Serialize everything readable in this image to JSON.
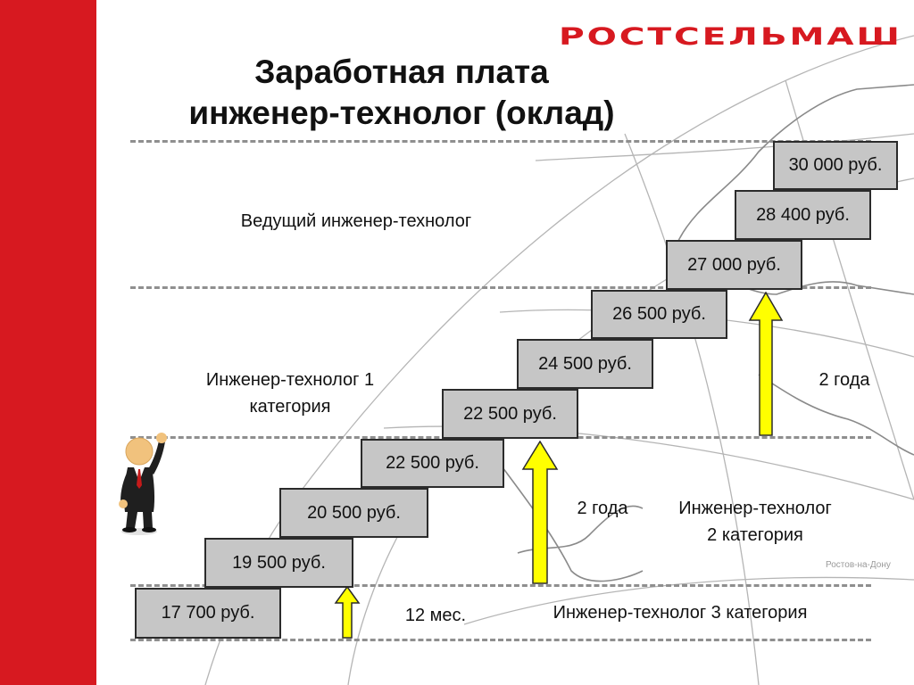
{
  "brand": {
    "logo_text": "РОСТСЕЛЬМАШ",
    "accent_color": "#d71920"
  },
  "title": {
    "line1": "Заработная плата",
    "line2": "инженер-технолог (оклад)"
  },
  "map_label": "Ростов-на-Дону",
  "steps": [
    {
      "label": "17 700 руб."
    },
    {
      "label": "19 500 руб."
    },
    {
      "label": "20 500 руб."
    },
    {
      "label": "22 500 руб."
    },
    {
      "label": "22 500 руб."
    },
    {
      "label": "24 500 руб."
    },
    {
      "label": "26 500 руб."
    },
    {
      "label": "27 000 руб."
    },
    {
      "label": "28 400 руб."
    },
    {
      "label": "30 000 руб."
    }
  ],
  "categories": {
    "leading": "Ведущий инженер-технолог",
    "cat1_line1": "Инженер-технолог 1",
    "cat1_line2": "категория",
    "cat2_line1": "Инженер-технолог",
    "cat2_line2": "2 категория",
    "cat3": "Инженер-технолог 3 категория"
  },
  "durations": {
    "short": "12 мес.",
    "cat3_to_cat2": "2 года",
    "cat1_to_leading": "2 года"
  },
  "colors": {
    "step_fill": "#c6c6c6",
    "arrow_fill": "#ffff00",
    "dash_line": "#8f8f8f"
  }
}
